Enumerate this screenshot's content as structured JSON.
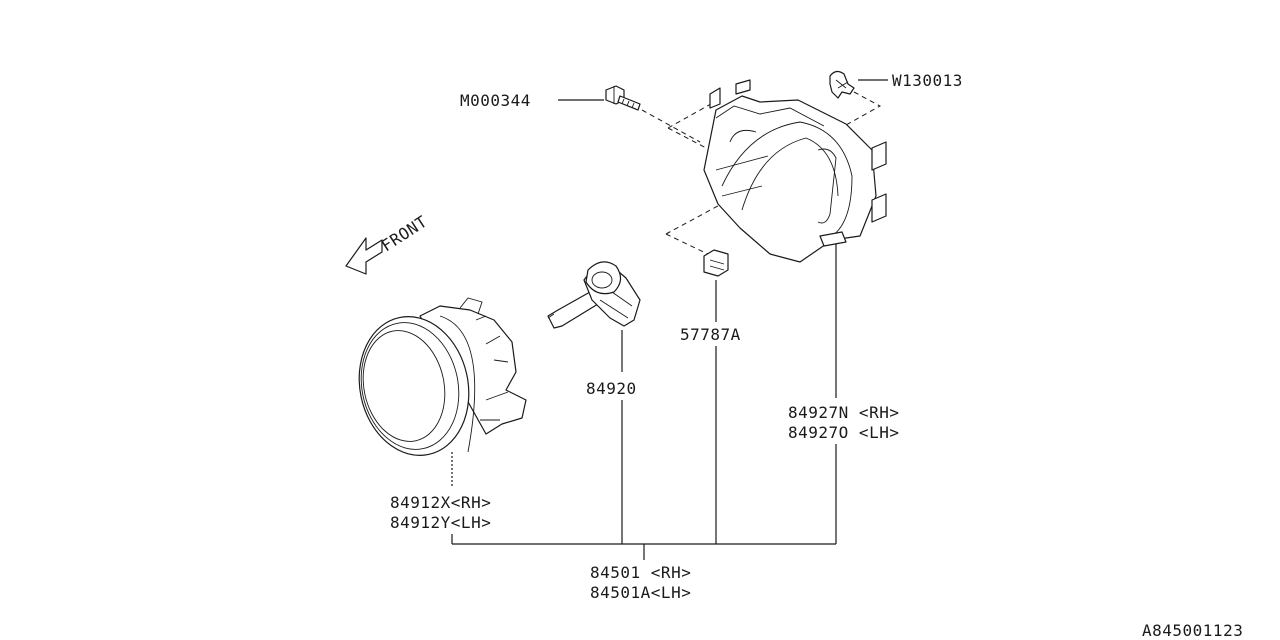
{
  "labels": {
    "bolt": "M000344",
    "clip_top": "W130013",
    "front": "FRONT",
    "nut": "57787A",
    "bulb": "84920",
    "bracket_rh": "84927N <RH>",
    "bracket_lh": "84927O <LH>",
    "lamp_rh": "84912X<RH>",
    "lamp_lh": "84912Y<LH>",
    "assy_rh": "84501 <RH>",
    "assy_lh": "84501A<LH>",
    "ref_code": "A845001123"
  }
}
